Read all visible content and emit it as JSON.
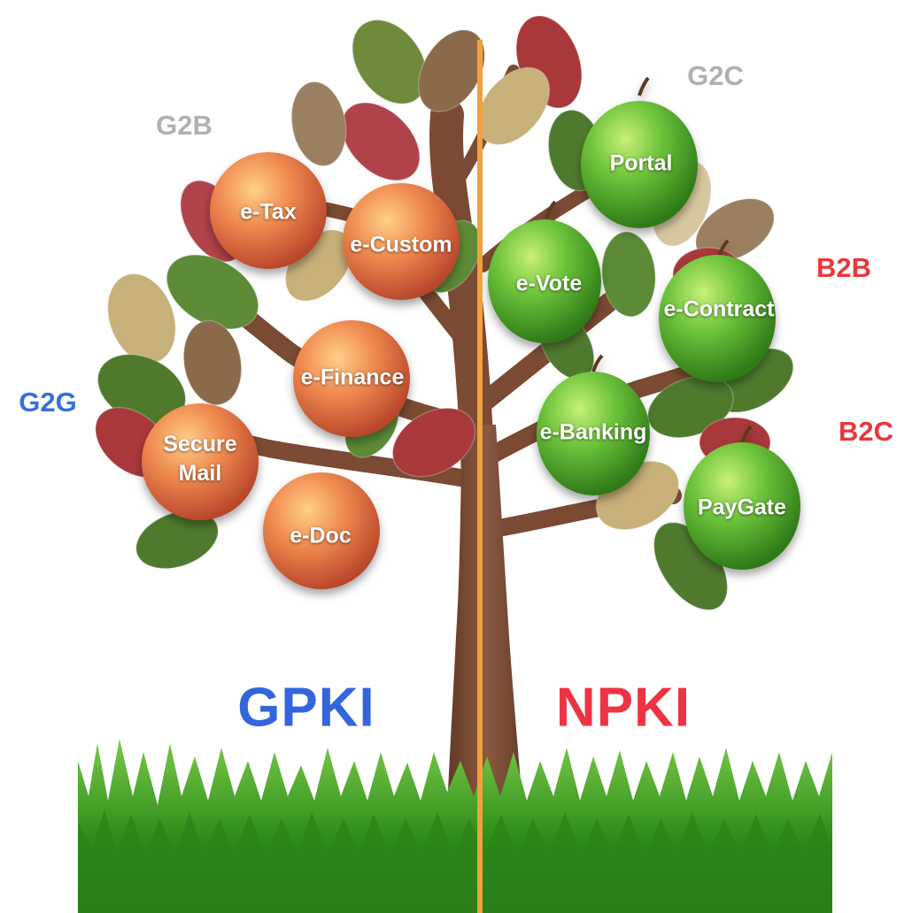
{
  "colors": {
    "gpki": "#3366dd",
    "npki": "#ee3344",
    "g2c_g2b": "#b0b0b0",
    "g2g": "#3b6fd8",
    "b2b_b2c": "#e8383c",
    "divider": "#f0a040",
    "peach": "#ec7f4d",
    "apple": "#5bb233",
    "trunk": "#7a4a33",
    "grass": "#3a9a1c"
  },
  "diagram": {
    "left_root": "GPKI",
    "right_root": "NPKI",
    "categories": {
      "g2b": "G2B",
      "g2c": "G2C",
      "g2g": "G2G",
      "b2b": "B2B",
      "b2c": "B2C"
    },
    "peaches": [
      {
        "id": "e-tax",
        "label": "e-Tax"
      },
      {
        "id": "e-custom",
        "label": "e-Custom"
      },
      {
        "id": "e-finance",
        "label": "e-Finance"
      },
      {
        "id": "secure-mail",
        "label": "Secure\nMail"
      },
      {
        "id": "e-doc",
        "label": "e-Doc"
      }
    ],
    "apples": [
      {
        "id": "portal",
        "label": "Portal"
      },
      {
        "id": "e-vote",
        "label": "e-Vote"
      },
      {
        "id": "e-contract",
        "label": "e-Contract"
      },
      {
        "id": "e-banking",
        "label": "e-Banking"
      },
      {
        "id": "paygate",
        "label": "PayGate"
      }
    ]
  }
}
